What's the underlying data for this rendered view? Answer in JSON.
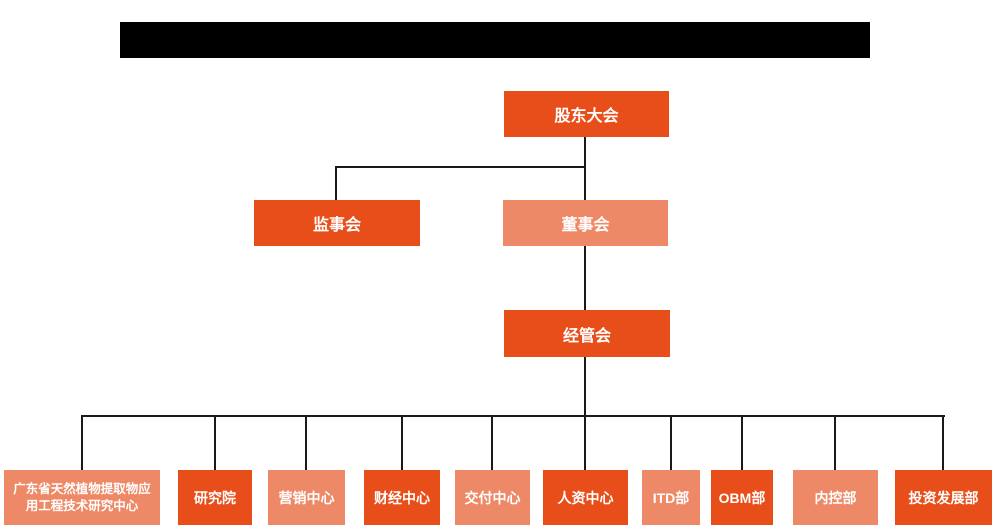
{
  "page": {
    "background_color": "#FFFFFF"
  },
  "redaction_bar": {
    "color": "#000000"
  },
  "org": {
    "colors": {
      "primary_box": "#E84E1A",
      "secondary_box": "#ED8966",
      "line": "#1A1A1A",
      "text": "#FFFFFF"
    },
    "root": {
      "label": "股东大会",
      "variant": "dark"
    },
    "supervisory": {
      "label": "监事会",
      "variant": "dark"
    },
    "board": {
      "label": "董事会",
      "variant": "light"
    },
    "management": {
      "label": "经管会",
      "variant": "dark"
    },
    "departments": [
      {
        "label": "广东省天然植物提取物应用工程技术研究中心",
        "variant": "light"
      },
      {
        "label": "研究院",
        "variant": "dark"
      },
      {
        "label": "营销中心",
        "variant": "light"
      },
      {
        "label": "财经中心",
        "variant": "dark"
      },
      {
        "label": "交付中心",
        "variant": "light"
      },
      {
        "label": "人资中心",
        "variant": "dark"
      },
      {
        "label": "ITD部",
        "variant": "light"
      },
      {
        "label": "OBM部",
        "variant": "dark"
      },
      {
        "label": "内控部",
        "variant": "light"
      },
      {
        "label": "投资发展部",
        "variant": "dark"
      }
    ]
  }
}
